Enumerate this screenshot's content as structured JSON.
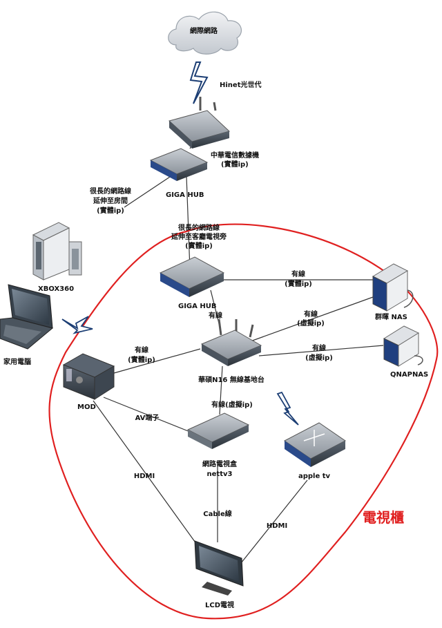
{
  "nodes": {
    "internet": "網際網路",
    "hinet": "Hinet光世代",
    "cht_router": [
      "中華電信數據機",
      "(實體ip)"
    ],
    "giga_hub_top": "GIGA HUB",
    "long_cable_room": [
      "很長的網路線",
      "延伸至房間",
      "(實體ip)"
    ],
    "long_cable_living": [
      "很長的網路線",
      "延伸至客廳電視旁",
      "(實體ip)"
    ],
    "xbox": "XBOX360",
    "pc": "家用電腦",
    "giga_hub_mid": "GIGA HUB",
    "wired_top": "有線",
    "wired_real_nas": [
      "有線",
      "(實體ip)"
    ],
    "synology_nas": "群暉 NAS",
    "wired_virtual_nas": [
      "有線",
      "(虛擬ip)"
    ],
    "wired_virtual_qnap": [
      "有線",
      "(虛擬ip)"
    ],
    "qnapnas": "QNAPNAS",
    "wired_real_mod": [
      "有線",
      "(實體ip)"
    ],
    "mod": "MOD",
    "asus_router": "華碩N16 無線基地台",
    "wired_virtual_box": "有線(虛擬ip)",
    "av_port": "AV端子",
    "net_tv_box": [
      "網路電視盒",
      "nettv3"
    ],
    "apple_tv": "apple tv",
    "hdmi_left": "HDMI",
    "cable_line": "Cable線",
    "hdmi_right": "HDMI",
    "lcd_tv": "LCD電視",
    "tv_cabinet": "電視櫃"
  },
  "colors": {
    "boundary": "#e02020",
    "device_dark": "#3d4650",
    "device_light": "#9aa2ab",
    "port_blue": "#2a4a8a",
    "cloud": "#d8dce2"
  }
}
